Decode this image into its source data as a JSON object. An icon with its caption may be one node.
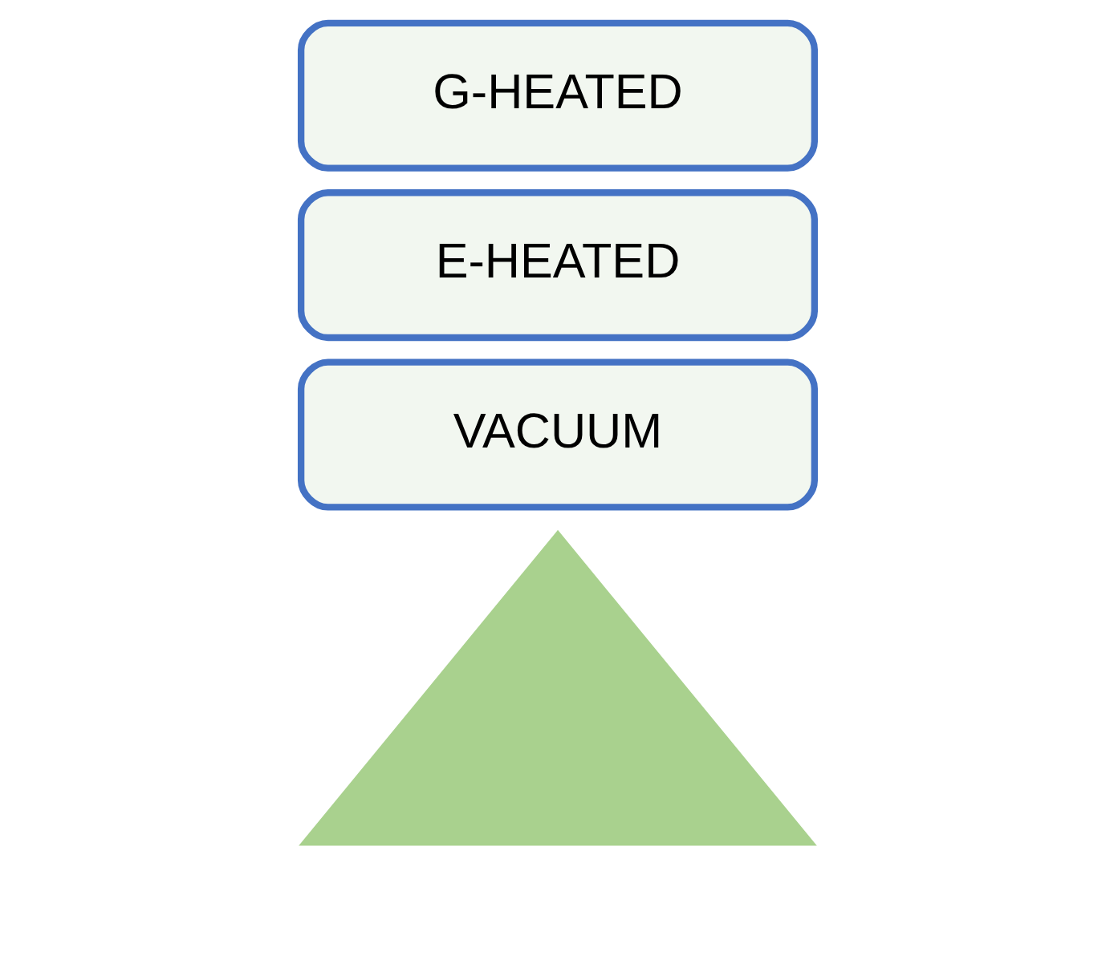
{
  "diagram": {
    "nodes": [
      {
        "text": [],
        "shape": "triangle"
      },
      {
        "text": [
          "VACUUM"
        ]
      },
      {
        "text": [
          "E-HEATED"
        ]
      },
      {
        "text": [
          "G-HEATED"
        ]
      }
    ]
  }
}
